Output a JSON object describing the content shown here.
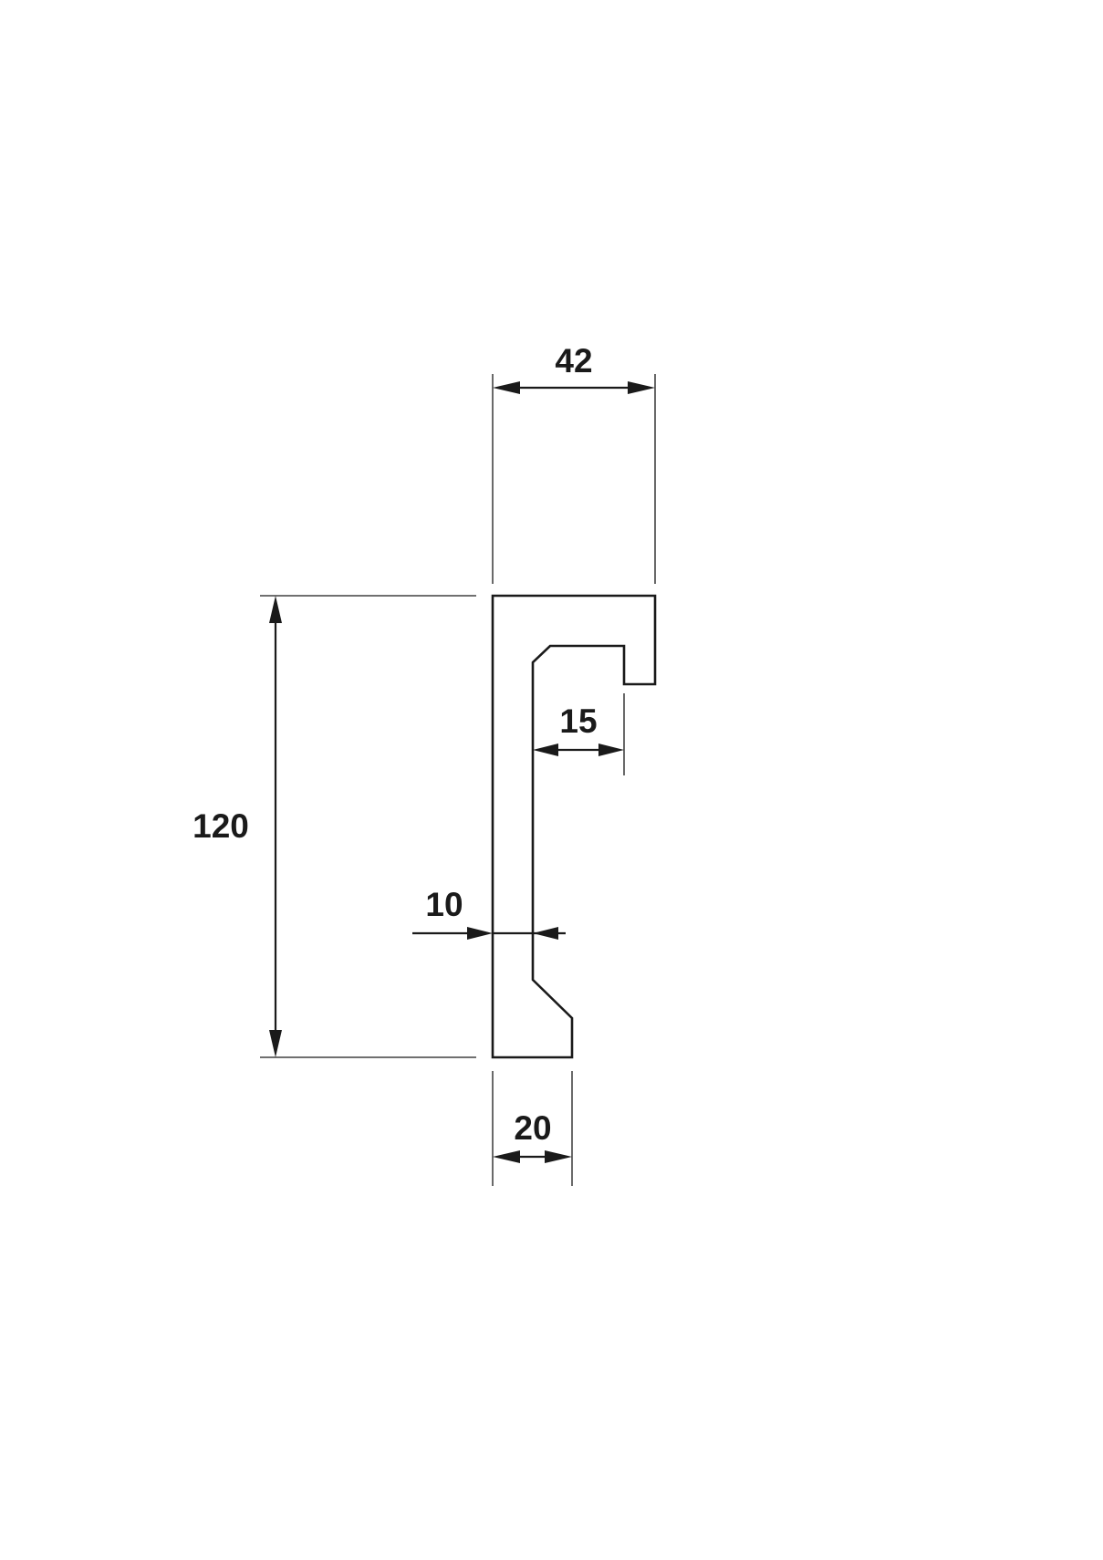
{
  "diagram": {
    "dimensions": {
      "overall_width": "42",
      "inner_depth": "15",
      "overall_height": "120",
      "wall_thickness": "10",
      "base_width": "20"
    },
    "colors": {
      "line": "#1a1a1a",
      "background": "#ffffff"
    }
  }
}
